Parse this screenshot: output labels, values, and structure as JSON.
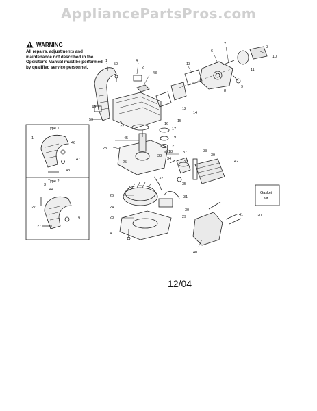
{
  "watermark": "AppliancePartsPros.com",
  "warning": {
    "title": "WARNING",
    "text": "All repairs, adjustments and maintenance not described in the Operator's Manual must be performed by qualified service personnel."
  },
  "type1_label": "Type 1",
  "type2_label": "Type 2",
  "gasket_kit_label": "Gasket Kit",
  "date_text": "12/04",
  "callouts": [
    "1",
    "50",
    "4",
    "2",
    "43",
    "13",
    "6",
    "7",
    "10",
    "3",
    "8",
    "9",
    "11",
    "12",
    "14",
    "15",
    "16",
    "49",
    "50",
    "5",
    "22",
    "17",
    "45",
    "19",
    "21",
    "18",
    "23",
    "25",
    "33",
    "34",
    "37",
    "36",
    "38",
    "39",
    "42",
    "35",
    "32",
    "26",
    "31",
    "24",
    "30",
    "28",
    "29",
    "4",
    "40",
    "41",
    "20",
    "1",
    "46",
    "47",
    "48",
    "3",
    "44",
    "27",
    "27",
    "9"
  ]
}
